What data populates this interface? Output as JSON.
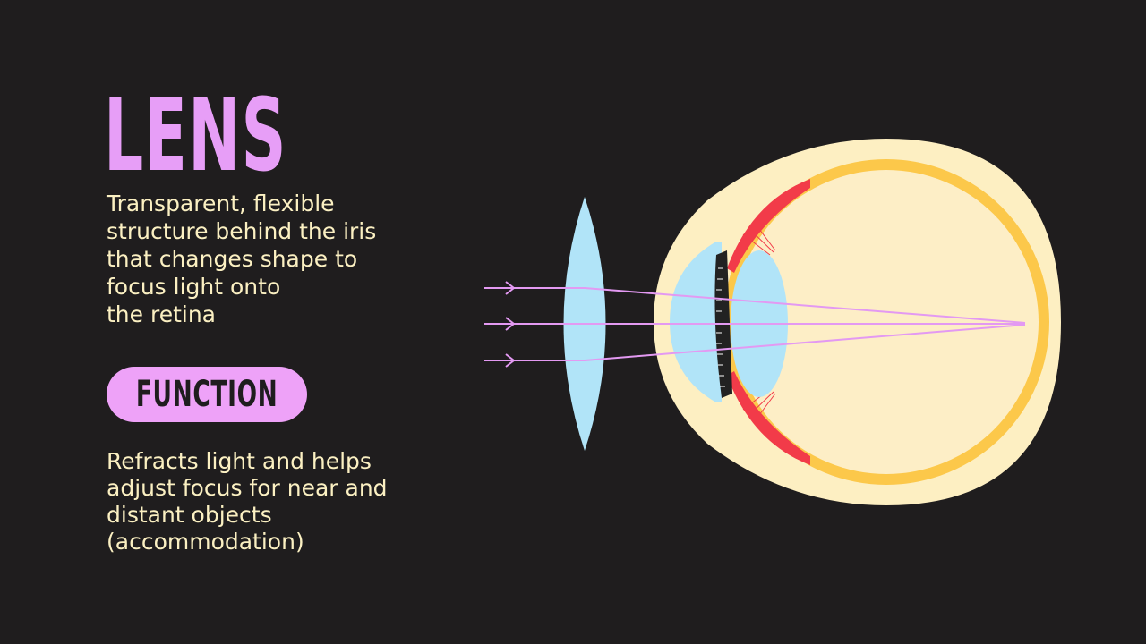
{
  "title": "LENS",
  "description_lines": [
    "Transparent, flexible",
    "structure behind the iris",
    "that changes shape to",
    "focus light onto",
    "the retina"
  ],
  "function_label": "FUNCTION",
  "function_lines": [
    "Refracts light and helps",
    "adjust focus for near and",
    "distant objects",
    "(accommodation)"
  ],
  "colors": {
    "background": "#1f1d1e",
    "title": "#e79ef7",
    "text": "#fbf0c2",
    "pill": "#eea2f8",
    "lens": "#b1e4f8",
    "eye_outer": "#fdefc2",
    "eye_ring": "#fcc84a",
    "eye_inner": "#fdeec6",
    "muscle": "#f23b49",
    "rays": "#e399f2",
    "iris": "#222222"
  },
  "icons": [
    "biconvex-lens",
    "eye-cross-section",
    "light-ray-arrow"
  ]
}
